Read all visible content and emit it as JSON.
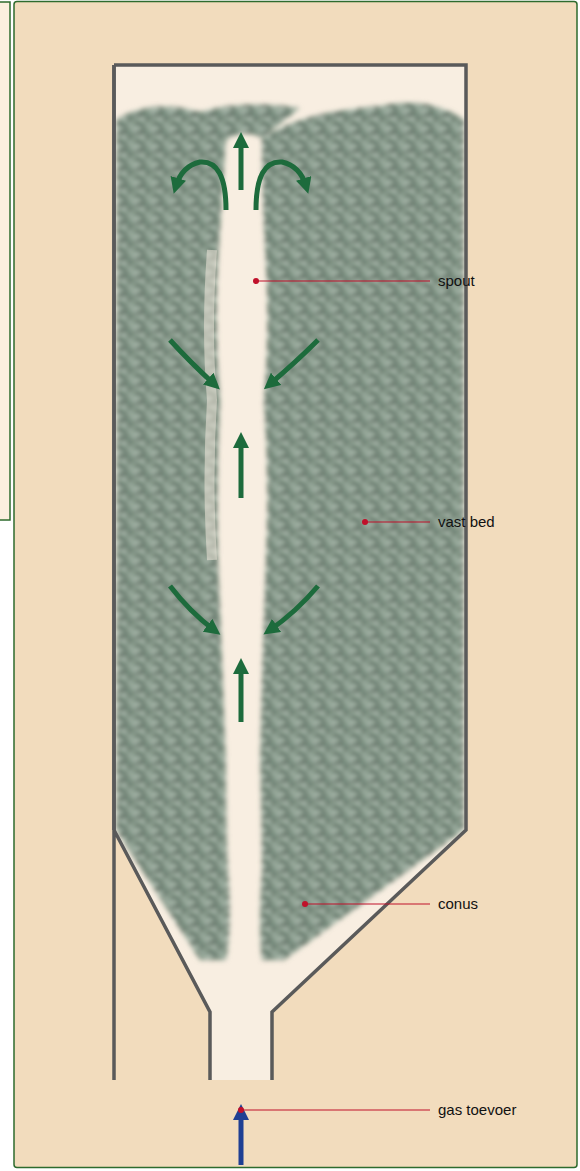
{
  "diagram": {
    "labels": [
      "spout",
      "vast bed",
      "conus",
      "gas toevoer"
    ]
  }
}
